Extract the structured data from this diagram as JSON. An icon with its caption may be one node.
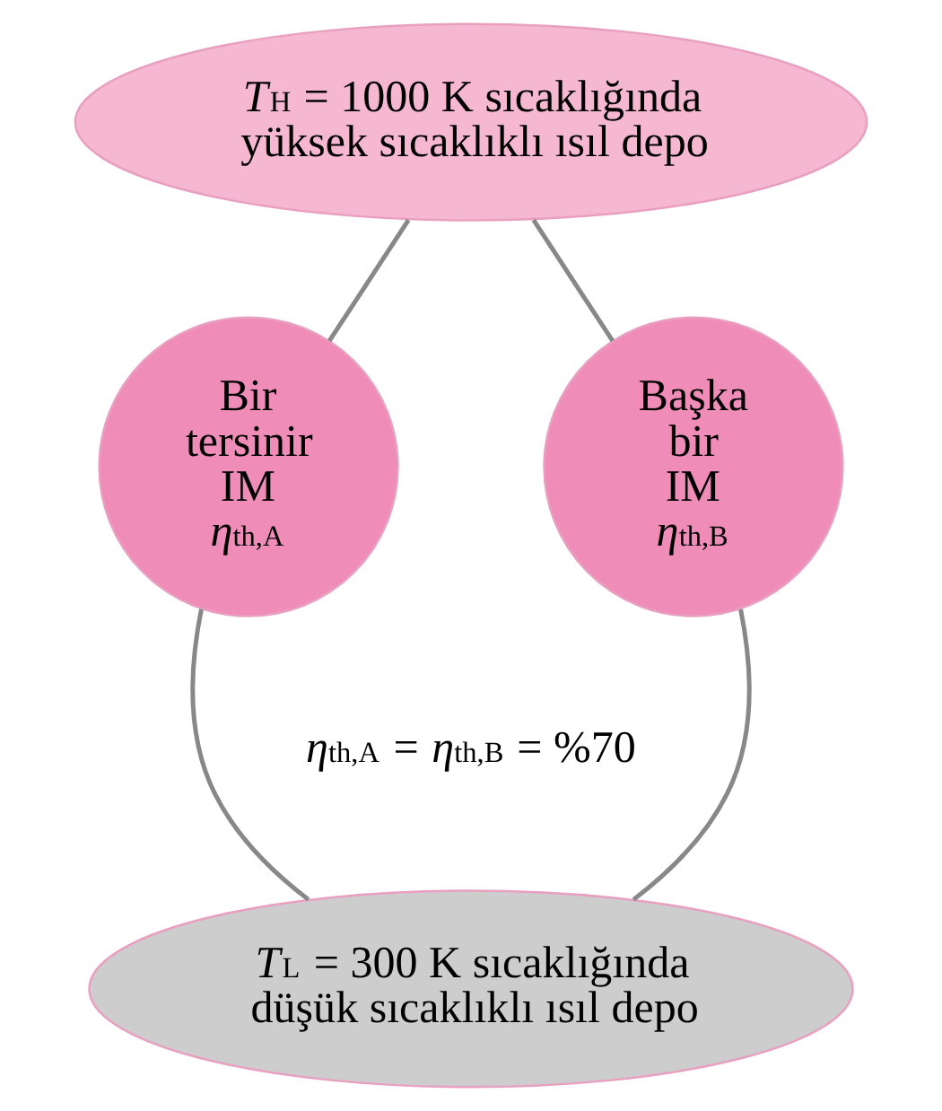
{
  "diagram": {
    "nodes": [
      {
        "text": [
          "*T*$_{H}$ = 1000 K sıcaklığında yüksek sıcaklıklı ısıl depo"
        ]
      },
      {
        "text": [
          "Bir tersinir IM",
          "*η*$_{th,A}$"
        ]
      },
      {
        "text": [
          "Başka bir IM",
          "*η*$_{th,B}$"
        ]
      },
      {
        "text": [
          "*T*$_{L}$ = 300 K sıcaklığında düşük sıcaklıklı ısıl depo"
        ]
      }
    ],
    "edges": [
      {
        "from": 0,
        "to": 1,
        "arrow": "none"
      },
      {
        "from": 0,
        "to": 2,
        "arrow": "none"
      },
      {
        "from": 1,
        "to": 3,
        "arrow": "none"
      },
      {
        "from": 2,
        "to": 3,
        "arrow": "none"
      }
    ],
    "labels": [
      "*η*$_{th,A}$ = *η*$_{th,B}$ = %70"
    ]
  }
}
